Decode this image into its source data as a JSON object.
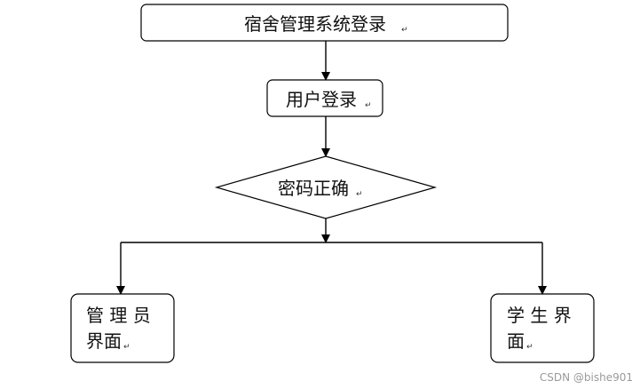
{
  "flowchart": {
    "title_box": "宿舍管理系统登录",
    "user_login_box": "用户登录",
    "decision_box": "密码正确",
    "admin_box": {
      "line1": "管 理 员",
      "line2": "界面"
    },
    "student_box": {
      "line1": "学 生 界",
      "line2": "面"
    },
    "paragraph_mark": "↵"
  },
  "watermark": "CSDN @bishe901"
}
